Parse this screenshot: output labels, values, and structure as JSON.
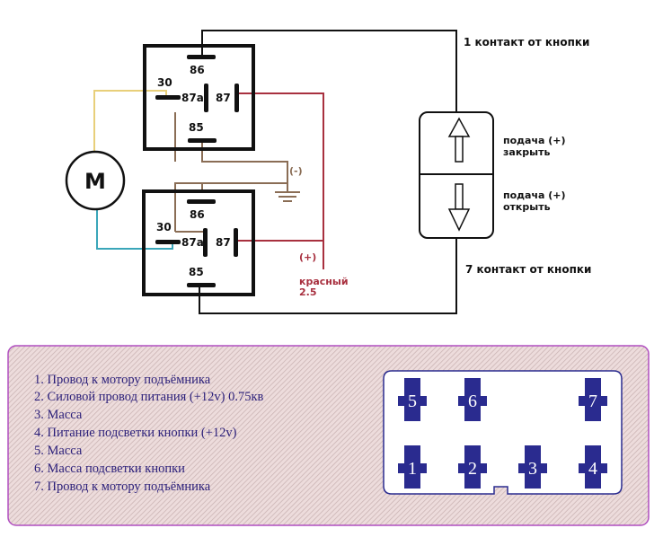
{
  "colors": {
    "wire_black": "#111111",
    "wire_yellow": "#e8cf7a",
    "wire_blue": "#3aa6b9",
    "wire_red": "#a8303f",
    "wire_brown": "#8a6d55",
    "legend_bg": "#e9d6d6",
    "legend_border": "#b04fc0",
    "legend_text": "#2b1f7a",
    "pin_fill": "#2a2b8f"
  },
  "relay_top": {
    "pins": {
      "p86": "86",
      "p30": "30",
      "p87a": "87a",
      "p87": "87",
      "p85": "85"
    }
  },
  "relay_bottom": {
    "pins": {
      "p86": "86",
      "p30": "30",
      "p87a": "87a",
      "p87": "87",
      "p85": "85"
    }
  },
  "motor": {
    "label": "M"
  },
  "ground": {
    "label": "(-)"
  },
  "power": {
    "polarity": "(+)",
    "wire_color_name": "красный",
    "wire_gauge": "2.5"
  },
  "button": {
    "contact_top": "1 контакт от кнопки",
    "contact_bottom": "7 контакт от кнопки",
    "up_note_line1": "подача (+)",
    "up_note_line2": "закрыть",
    "down_note_line1": "подача (+)",
    "down_note_line2": "открыть"
  },
  "legend": {
    "items": [
      "1. Провод к мотору подъёмника",
      "2. Силовой провод питания (+12v) 0.75кв",
      "3. Масса",
      "4. Питание подсветки кнопки (+12v)",
      "5. Масса",
      "6. Масса подсветки кнопки",
      "7. Провод к мотору подъёмника"
    ]
  },
  "connector": {
    "top_row": [
      "5",
      "6",
      "7"
    ],
    "bottom_row": [
      "1",
      "2",
      "3",
      "4"
    ]
  }
}
